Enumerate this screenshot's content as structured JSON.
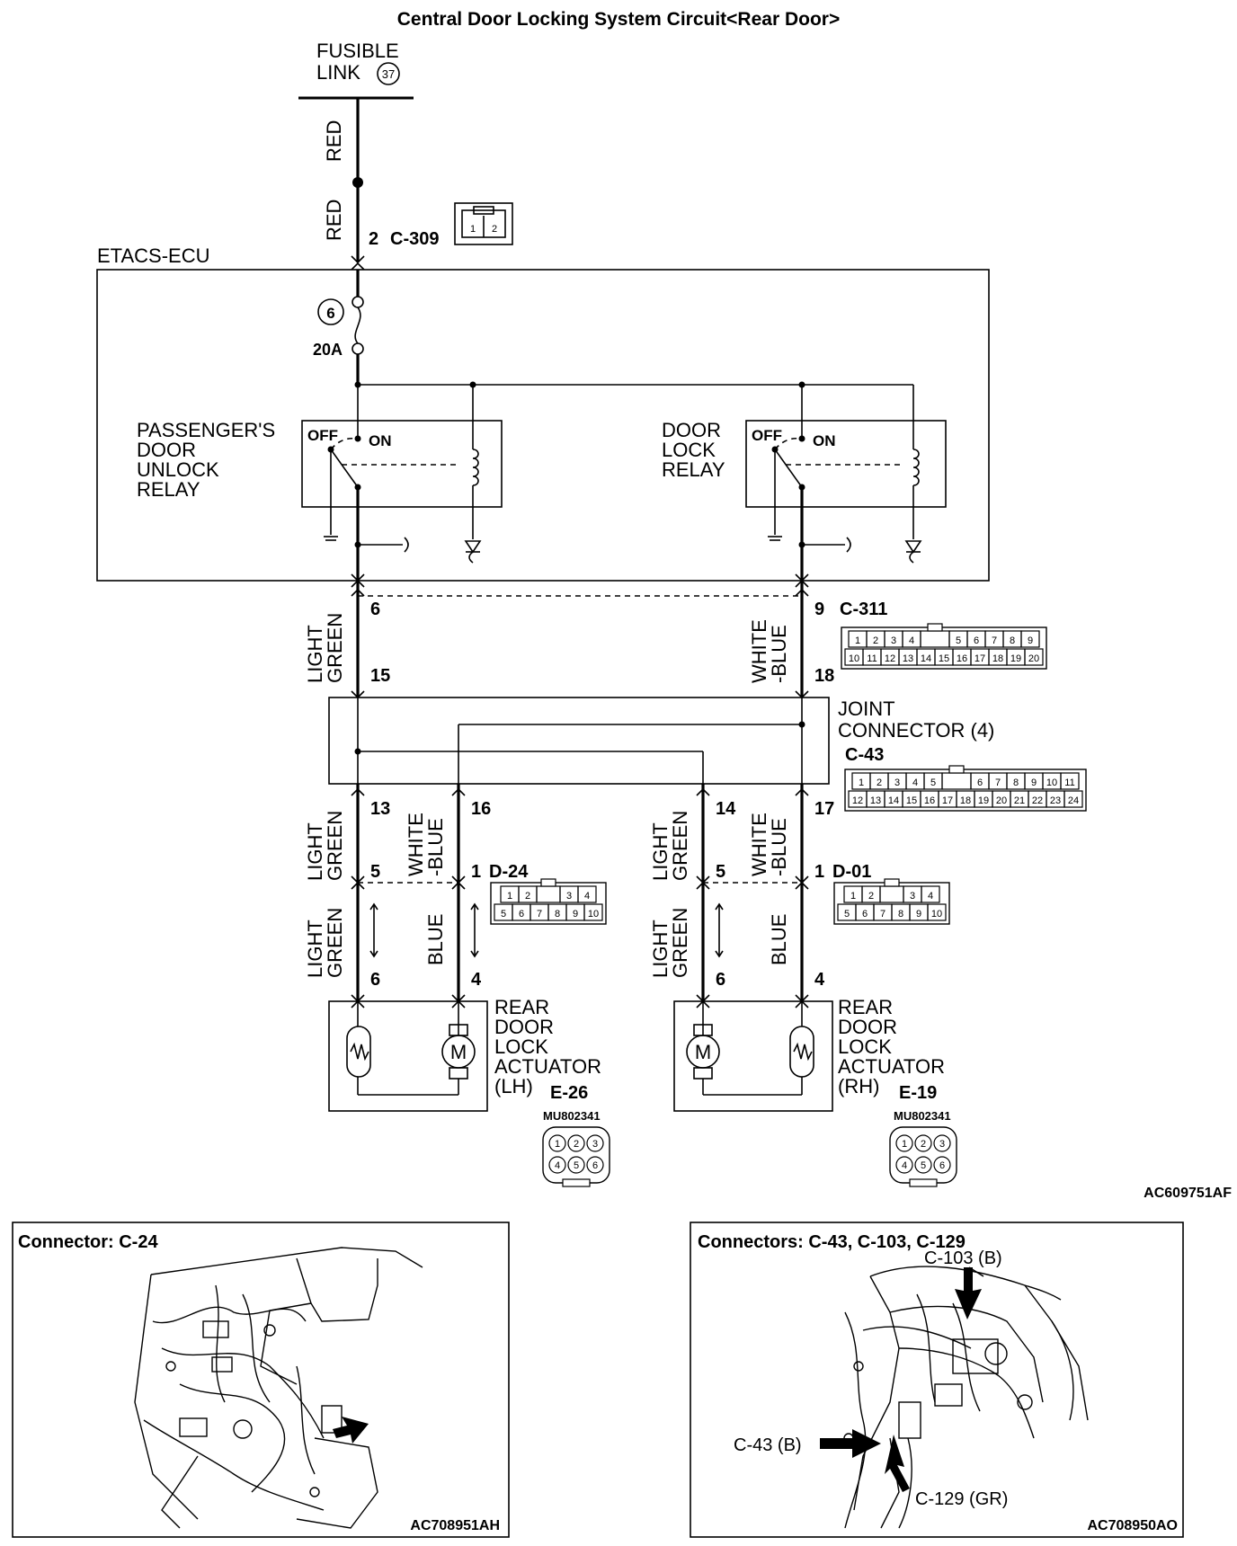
{
  "title": "Central Door Locking System Circuit<Rear Door>",
  "fusible_link": {
    "line1": "FUSIBLE",
    "line2": "LINK",
    "number": "37"
  },
  "wire_colors": {
    "red": "RED",
    "light": "LIGHT",
    "green": "GREEN",
    "white": "WHITE",
    "blue_dash": "-BLUE",
    "blue": "BLUE"
  },
  "ecu": {
    "label": "ETACS-ECU",
    "fuse_number": "6",
    "fuse_rating": "20A",
    "relay_left": {
      "lines": [
        "PASSENGER'S",
        "DOOR",
        "UNLOCK",
        "RELAY"
      ],
      "off": "OFF",
      "on": "ON"
    },
    "relay_right": {
      "lines": [
        "DOOR",
        "LOCK",
        "RELAY"
      ],
      "off": "OFF",
      "on": "ON"
    }
  },
  "connectors": {
    "c309": {
      "pin": "2",
      "name": "C-309",
      "pins": [
        "1",
        "2"
      ]
    },
    "c311": {
      "name": "C-311",
      "pin_tl": "6",
      "pin_bl": "15",
      "pin_tr": "9",
      "pin_br": "18",
      "row1": [
        "1",
        "2",
        "3",
        "4",
        "5",
        "6",
        "7",
        "8",
        "9"
      ],
      "row2": [
        "10",
        "11",
        "12",
        "13",
        "14",
        "15",
        "16",
        "17",
        "18",
        "19",
        "20"
      ]
    },
    "joint": {
      "line1": "JOINT",
      "line2": "CONNECTOR (4)",
      "name": "C-43",
      "row1": [
        "1",
        "2",
        "3",
        "4",
        "5",
        "6",
        "7",
        "8",
        "9",
        "10",
        "11"
      ],
      "row2": [
        "12",
        "13",
        "14",
        "15",
        "16",
        "17",
        "18",
        "19",
        "20",
        "21",
        "22",
        "23",
        "24"
      ],
      "pins_out": [
        "13",
        "16",
        "14",
        "17"
      ]
    },
    "d24": {
      "name": "D-24",
      "pin_a": "5",
      "pin_b": "1",
      "pin_c": "6",
      "pin_d": "4",
      "row1": [
        "1",
        "2",
        "3",
        "4"
      ],
      "row2": [
        "5",
        "6",
        "7",
        "8",
        "9",
        "10"
      ]
    },
    "d01": {
      "name": "D-01",
      "pin_a": "5",
      "pin_b": "1",
      "pin_c": "6",
      "pin_d": "4",
      "row1": [
        "1",
        "2",
        "3",
        "4"
      ],
      "row2": [
        "5",
        "6",
        "7",
        "8",
        "9",
        "10"
      ]
    }
  },
  "actuator_lh": {
    "lines": [
      "REAR",
      "DOOR",
      "LOCK",
      "ACTUATOR",
      "(LH)"
    ],
    "name": "E-26",
    "part": "MU802341",
    "pins": [
      "1",
      "2",
      "3",
      "4",
      "5",
      "6"
    ]
  },
  "actuator_rh": {
    "lines": [
      "REAR",
      "DOOR",
      "LOCK",
      "ACTUATOR",
      "(RH)"
    ],
    "name": "E-19",
    "part": "MU802341",
    "pins": [
      "1",
      "2",
      "3",
      "4",
      "5",
      "6"
    ]
  },
  "motor_symbol": "M",
  "diagram_code": "AC609751AF",
  "panel_left": {
    "title": "Connector: C-24",
    "code": "AC708951AH"
  },
  "panel_right": {
    "title": "Connectors: C-43, C-103, C-129",
    "code": "AC708950AO",
    "callout_top": "C-103 (B)",
    "callout_left": "C-43 (B)",
    "callout_bottom": "C-129 (GR)"
  }
}
